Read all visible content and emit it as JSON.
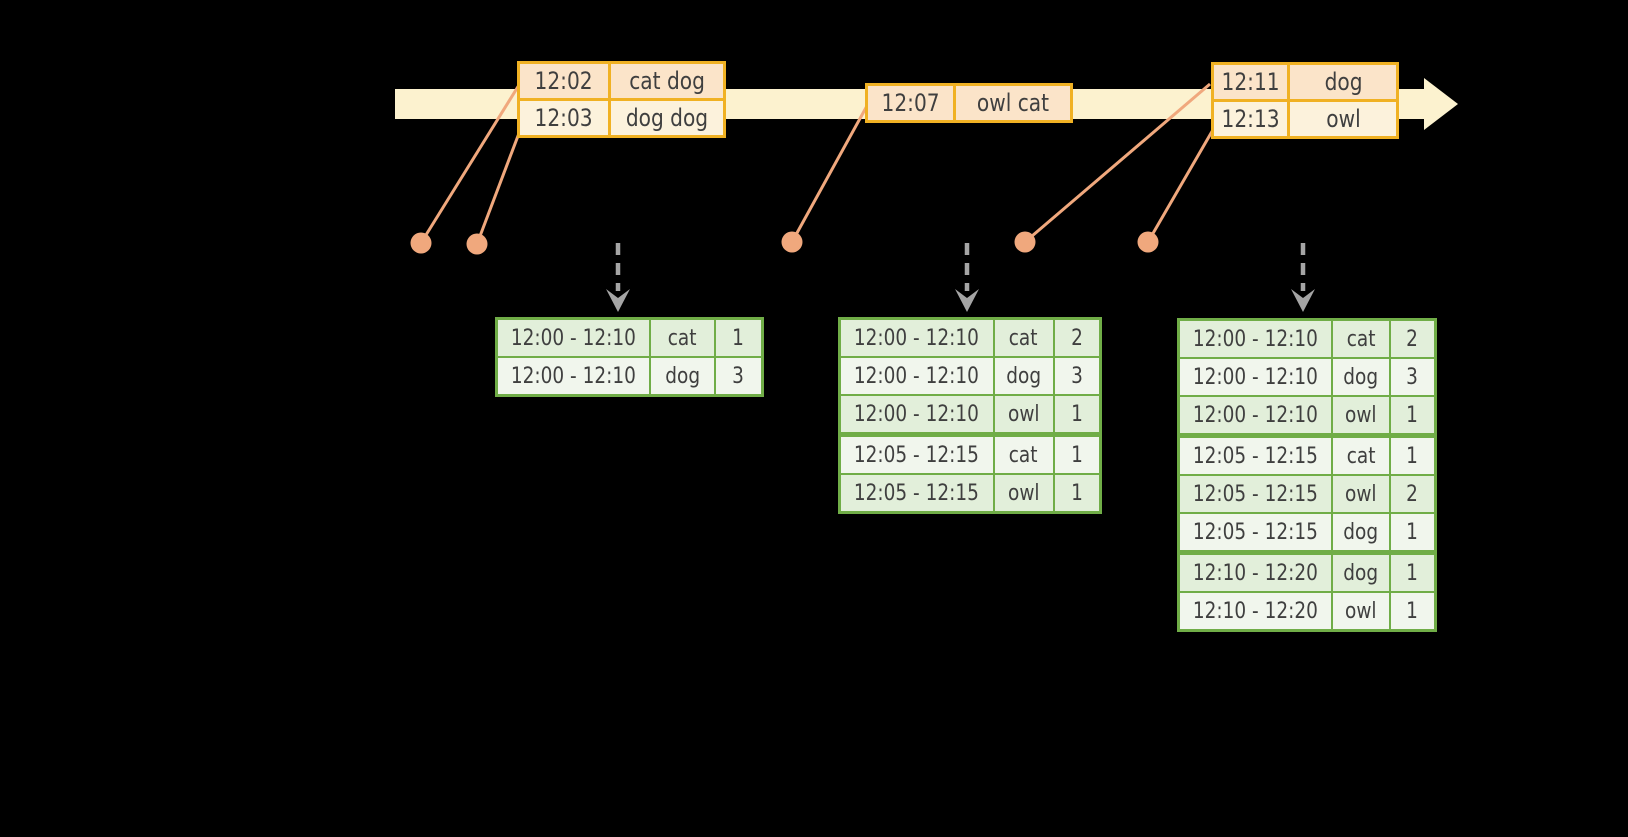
{
  "colors": {
    "background": "#000000",
    "timeline_fill": "#FCF2CF",
    "event_border": "#F0B123",
    "event_row_peach": "#FBE4C9",
    "event_row_cream": "#FCF2DC",
    "connector": "#F0A87D",
    "result_border": "#70AD47",
    "result_row_dark": "#E2EFDA",
    "result_row_light": "#F1F6ED",
    "text": "#3F3F3F",
    "trigger_arrow": "#A5A5A5"
  },
  "timeline": {
    "event_tables": [
      {
        "rows": [
          {
            "time": "12:02",
            "words": "cat dog"
          },
          {
            "time": "12:03",
            "words": "dog dog"
          }
        ]
      },
      {
        "rows": [
          {
            "time": "12:07",
            "words": "owl cat"
          }
        ]
      },
      {
        "rows": [
          {
            "time": "12:11",
            "words": "dog"
          },
          {
            "time": "12:13",
            "words": "owl"
          }
        ]
      }
    ]
  },
  "result_tables": [
    {
      "groups": [
        [
          [
            "12:00 - 12:10",
            "cat",
            "1"
          ],
          [
            "12:00 - 12:10",
            "dog",
            "3"
          ]
        ]
      ]
    },
    {
      "groups": [
        [
          [
            "12:00 - 12:10",
            "cat",
            "2"
          ],
          [
            "12:00 - 12:10",
            "dog",
            "3"
          ],
          [
            "12:00 - 12:10",
            "owl",
            "1"
          ]
        ],
        [
          [
            "12:05 - 12:15",
            "cat",
            "1"
          ],
          [
            "12:05 - 12:15",
            "owl",
            "1"
          ]
        ]
      ]
    },
    {
      "groups": [
        [
          [
            "12:00 - 12:10",
            "cat",
            "2"
          ],
          [
            "12:00 - 12:10",
            "dog",
            "3"
          ],
          [
            "12:00 - 12:10",
            "owl",
            "1"
          ]
        ],
        [
          [
            "12:05 - 12:15",
            "cat",
            "1"
          ],
          [
            "12:05 - 12:15",
            "owl",
            "2"
          ],
          [
            "12:05 - 12:15",
            "dog",
            "1"
          ]
        ],
        [
          [
            "12:10 - 12:20",
            "dog",
            "1"
          ],
          [
            "12:10 - 12:20",
            "owl",
            "1"
          ]
        ]
      ]
    }
  ]
}
